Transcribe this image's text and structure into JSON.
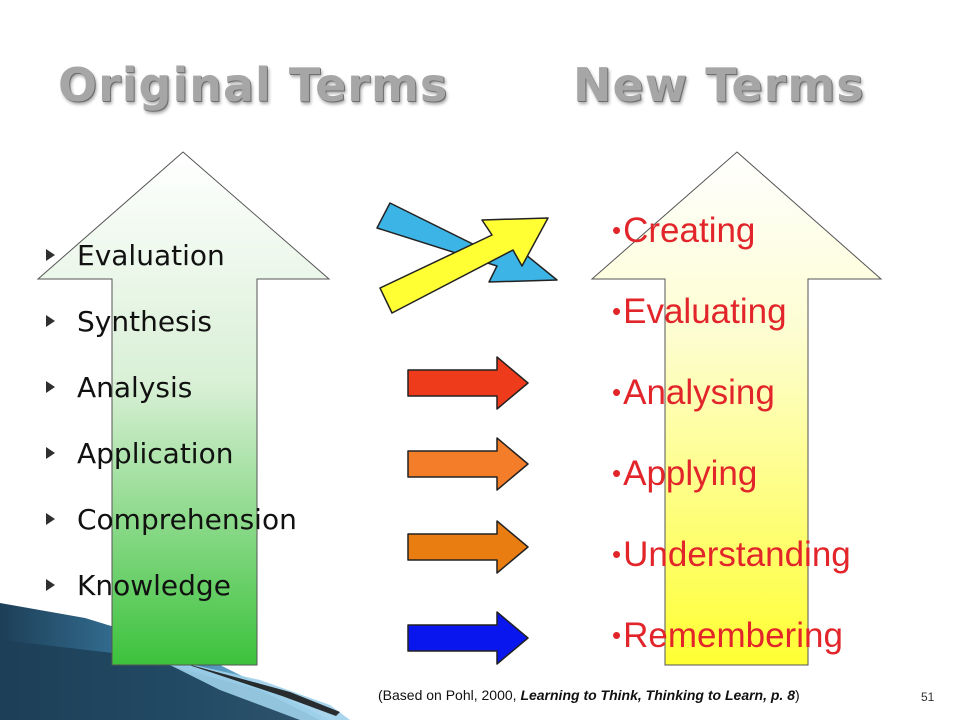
{
  "titles": {
    "original": "Original Terms",
    "new": "New Terms"
  },
  "original_terms": [
    "Evaluation",
    "Synthesis",
    "Analysis",
    "Application",
    "Comprehension",
    "Knowledge"
  ],
  "new_terms": [
    "Creating",
    "Evaluating",
    "Analysing",
    "Applying",
    "Understanding",
    "Remembering"
  ],
  "bullet_char": "•",
  "citation": {
    "prefix": "(Based on Pohl, 2000, ",
    "italic": "Learning to Think, Thinking to Learn, p. 8",
    "suffix": ")"
  },
  "page_number": "51",
  "colors": {
    "title": "#a6a6a6",
    "new_terms_text": "#e2252a",
    "left_arrow_top": "#ffffff",
    "left_arrow_bottom": "#3cc23c",
    "right_arrow_top": "#ffffff",
    "right_arrow_bottom": "#ffff33",
    "cross_arrow_blue": "#3cb4e6",
    "cross_arrow_yellow": "#ffff33",
    "arrow_red": "#ee3b1b",
    "arrow_orange_1": "#f47d2a",
    "arrow_orange_2": "#ea7d12",
    "arrow_blue": "#0a16ee",
    "corner_dark": "#1d3f57",
    "corner_light": "#5aa8d0"
  },
  "icons": {
    "list_marker": "right-triangle-icon",
    "big_up_arrow": "up-arrow-icon",
    "mapping_arrow": "right-arrow-icon"
  }
}
